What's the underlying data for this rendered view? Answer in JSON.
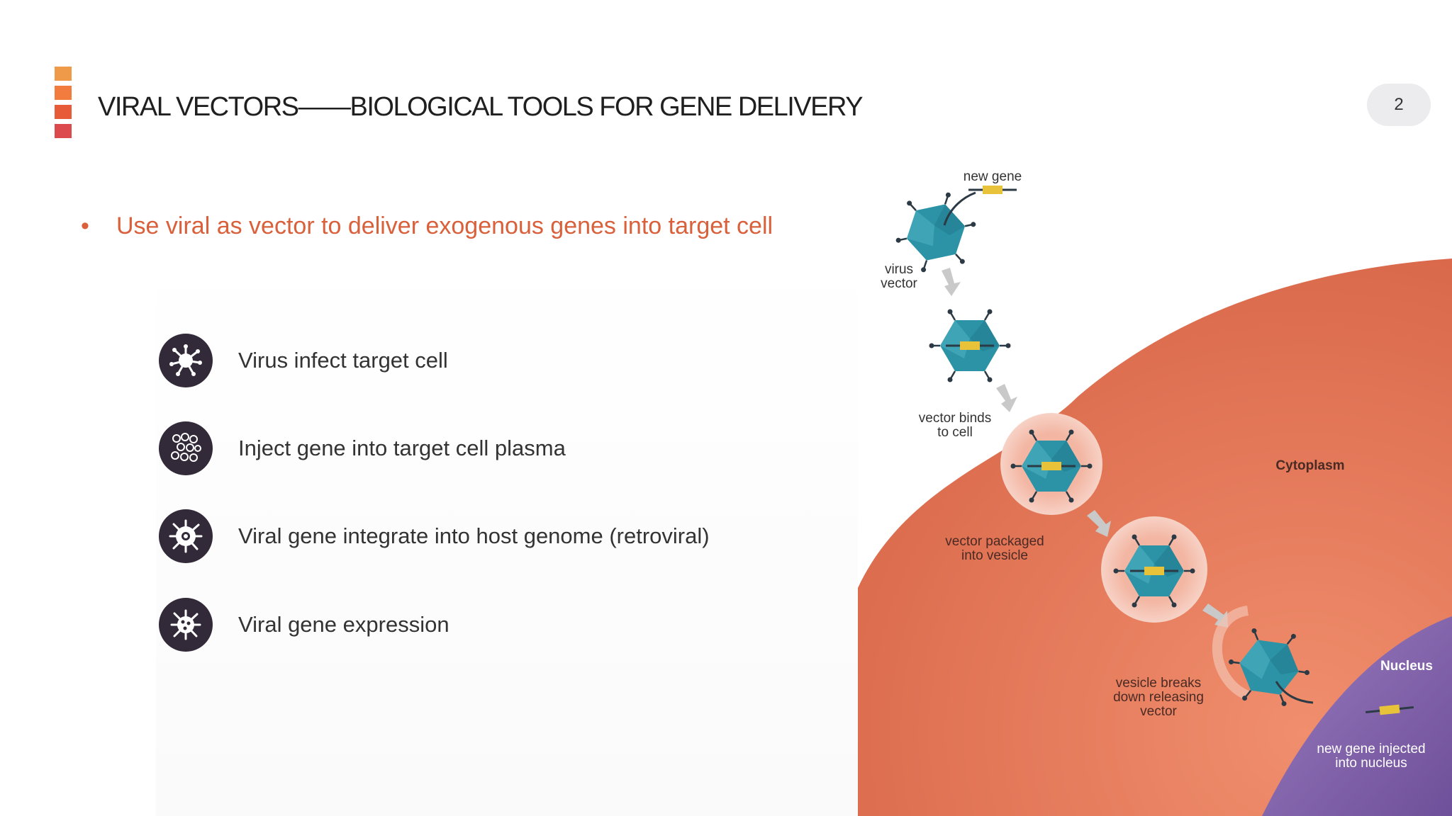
{
  "slide": {
    "title": "VIRAL VECTORS——BIOLOGICAL TOOLS FOR GENE DELIVERY",
    "page_number": "2",
    "bullet": {
      "marker": "•",
      "text": "Use viral as vector to deliver exogenous genes into target cell"
    },
    "steps": [
      {
        "label": "Virus infect target cell",
        "icon": "virus-icon"
      },
      {
        "label": "Inject gene into target cell plasma",
        "icon": "molecule-cluster-icon"
      },
      {
        "label": "Viral gene integrate into host genome (retroviral)",
        "icon": "virus-core-icon"
      },
      {
        "label": "Viral gene expression",
        "icon": "virus-spikes-icon"
      }
    ]
  },
  "diagram": {
    "labels": {
      "new_gene": "new gene",
      "virus_vector_1": "virus",
      "virus_vector_2": "vector",
      "binds_1": "vector binds",
      "binds_2": "to cell",
      "cytoplasm": "Cytoplasm",
      "packaged_1": "vector packaged",
      "packaged_2": "into vesicle",
      "breaks_1": "vesicle breaks",
      "breaks_2": "down releasing",
      "breaks_3": "vector",
      "nucleus": "Nucleus",
      "injected_1": "new gene injected",
      "injected_2": "into nucleus"
    }
  },
  "colors": {
    "accent_squares": [
      "#ef9a48",
      "#f27b3e",
      "#e85b38",
      "#dc4a4d"
    ],
    "bullet_text": "#d9603a",
    "icon_bg": "#332a39",
    "cell": "#d9684a",
    "nucleus": "#8a6cb0",
    "virus": "#2c93a6",
    "gene": "#e8c33a"
  }
}
